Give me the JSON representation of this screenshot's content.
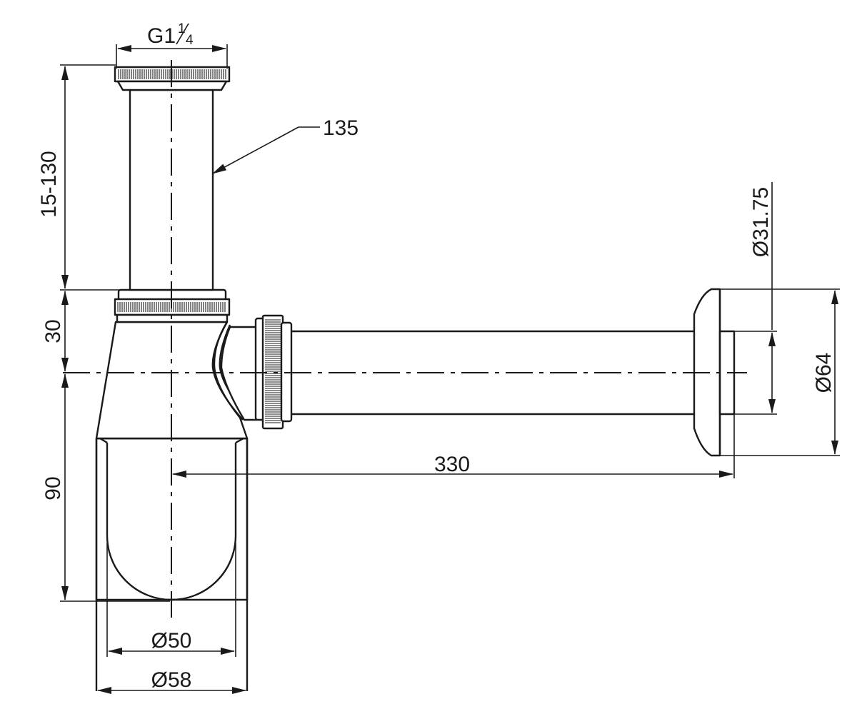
{
  "colors": {
    "line": "#1a1a1a",
    "background": "#ffffff"
  },
  "dimensions": {
    "thread": {
      "prefix": "G1",
      "fraction_num": "1",
      "fraction_den": "4"
    },
    "tube_length": "135",
    "tailpiece_height": "15-130",
    "ring_height": "30",
    "cup_height": "90",
    "outlet_diameter": "Ø31.75",
    "rosette_diameter": "Ø64",
    "wall_distance": "330",
    "cup_inner_diameter": "Ø50",
    "cup_outer_diameter": "Ø58"
  }
}
